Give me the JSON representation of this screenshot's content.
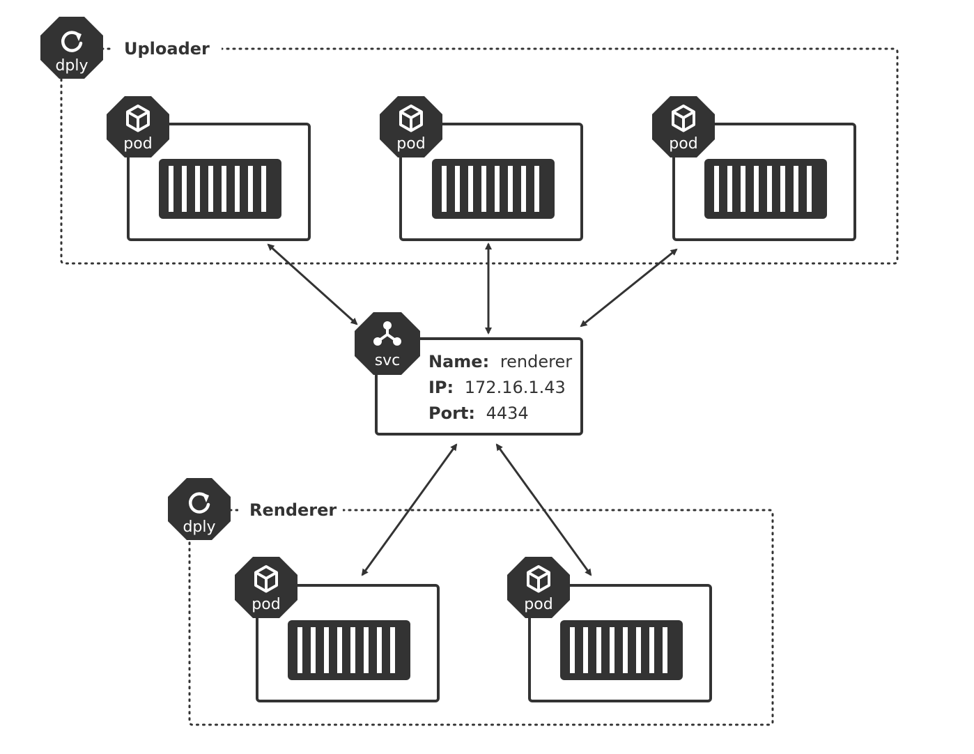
{
  "deployments": [
    {
      "id": "uploader",
      "title": "Uploader",
      "badge": "dply"
    },
    {
      "id": "renderer",
      "title": "Renderer",
      "badge": "dply"
    }
  ],
  "pod_badge": "pod",
  "service": {
    "badge": "svc",
    "name_key": "Name:",
    "name_value": "renderer",
    "ip_key": "IP:",
    "ip_value": "172.16.1.43",
    "port_key": "Port:",
    "port_value": "4434"
  },
  "colors": {
    "ink": "#333333",
    "background": "#ffffff"
  },
  "icons": {
    "deployment": "redeploy-arrow-icon",
    "pod": "cube-icon",
    "service": "service-network-icon"
  }
}
